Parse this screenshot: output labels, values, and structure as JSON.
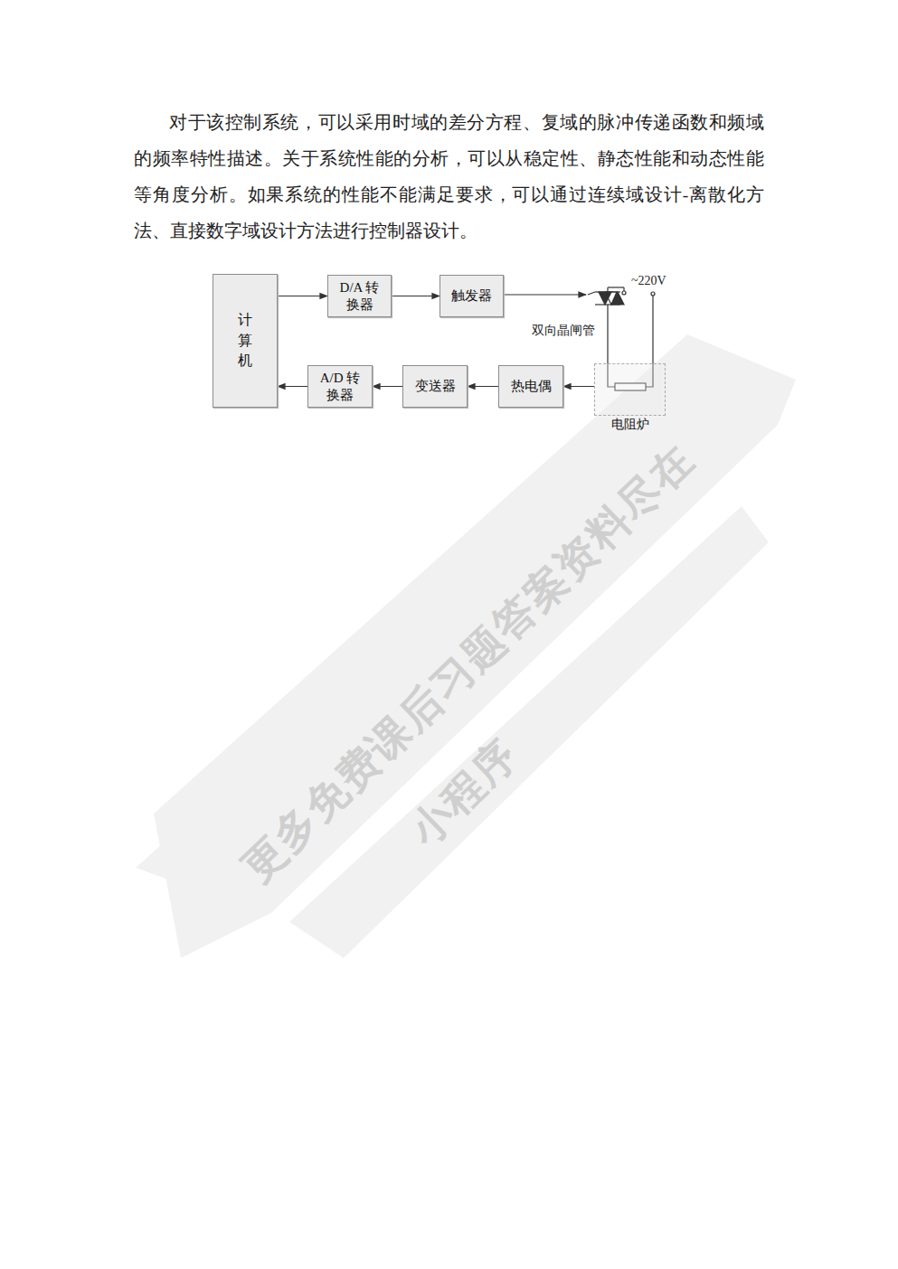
{
  "diagram": {
    "nodes": [
      {
        "text": [
          "计算机"
        ]
      },
      {
        "text": [
          "D/A 转换器"
        ]
      },
      {
        "text": [
          "触发器"
        ]
      },
      {
        "text": [
          "A/D 转换器"
        ]
      },
      {
        "text": [
          "变送器"
        ]
      },
      {
        "text": [
          "热电偶"
        ]
      },
      {
        "text": [
          "电阻炉"
        ]
      }
    ],
    "edges": [
      {
        "from": 0,
        "to": 1,
        "arrow": "to"
      },
      {
        "from": 1,
        "to": 2,
        "arrow": "to"
      },
      {
        "from": 6,
        "to": 5,
        "arrow": "to"
      },
      {
        "from": 5,
        "to": 4,
        "arrow": "to"
      },
      {
        "from": 4,
        "to": 3,
        "arrow": "to"
      },
      {
        "from": 3,
        "to": 0,
        "arrow": "to"
      }
    ],
    "labels": [
      "对于该控制系统，可以采用时域的差分方程、复域的脉冲传递函数和频域的频率特性描述。关于系统性能的分析，可以从稳定性、静态性能和动态性能等角度分析。如果系统的性能不能满足要求，可以通过连续域设计-离散化方法、直接数字域设计方法进行控制器设计。",
      "~220V",
      "双向晶闸管",
      "更多免费课后习题答案资料尽在",
      "小程序"
    ]
  }
}
